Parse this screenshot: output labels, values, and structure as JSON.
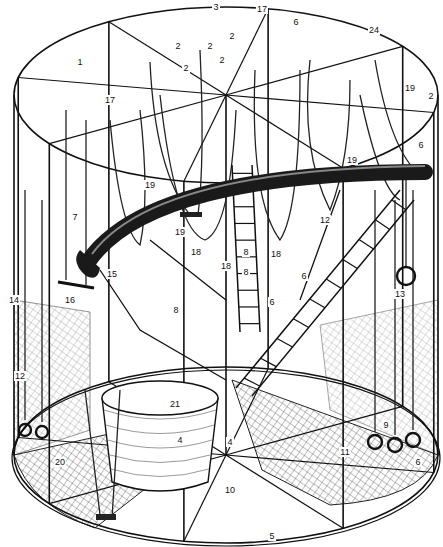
{
  "diagram": {
    "labels": [
      "3",
      "1",
      "17",
      "6",
      "24",
      "2",
      "2",
      "2",
      "2",
      "2",
      "2",
      "17",
      "19",
      "19",
      "19",
      "19",
      "6",
      "7",
      "12",
      "18",
      "18",
      "18",
      "8",
      "8",
      "13",
      "6",
      "6",
      "15",
      "14",
      "16",
      "8",
      "12",
      "21",
      "9",
      "4",
      "4",
      "11",
      "6",
      "10",
      "20",
      "5"
    ]
  }
}
